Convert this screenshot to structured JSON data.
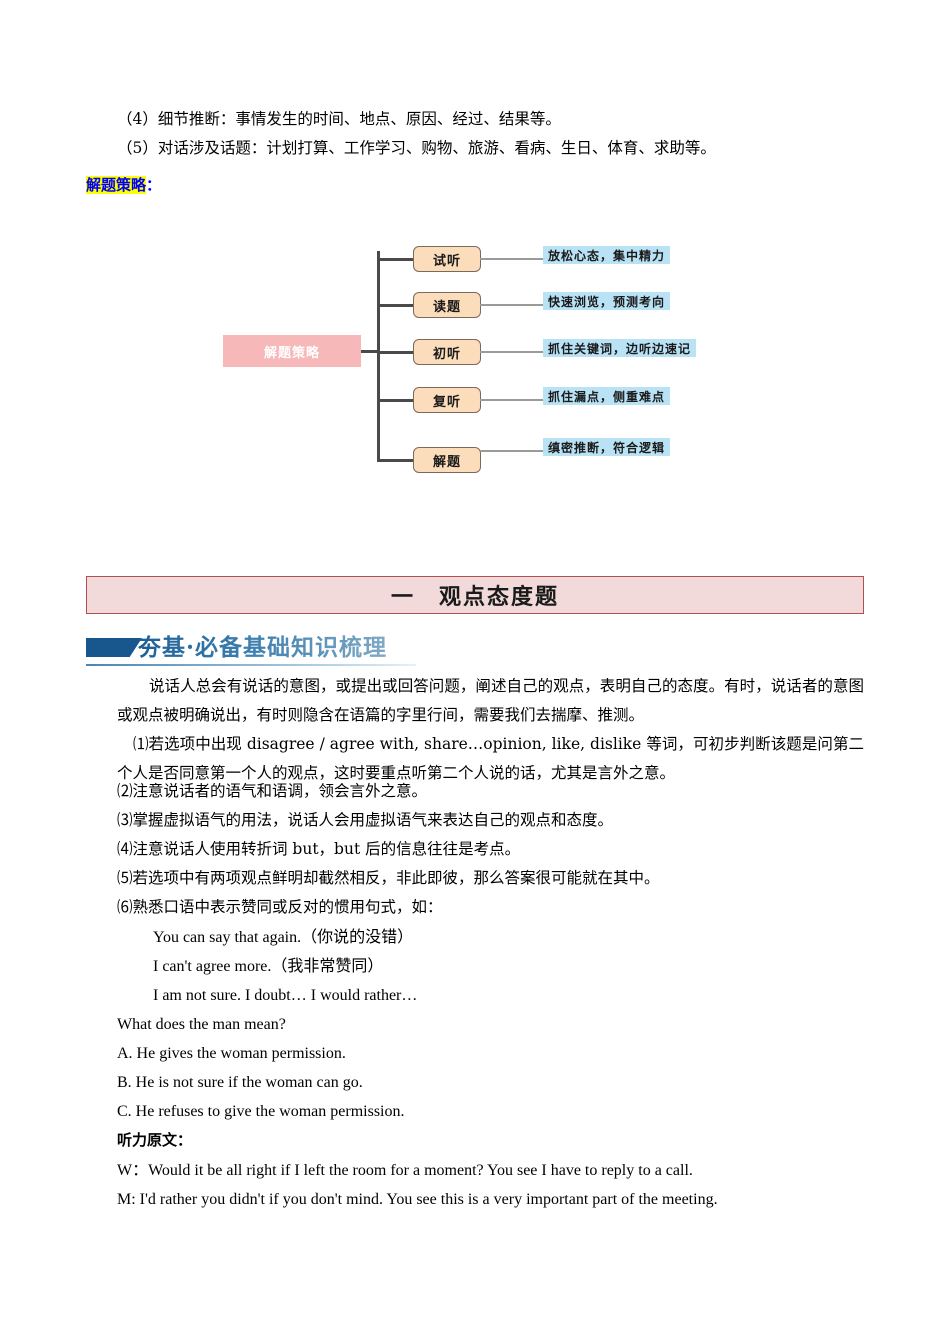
{
  "colors": {
    "highlight_yellow": "#ffff00",
    "highlight_text_blue": "#0000ff",
    "title_box_fill": "#f2dada",
    "title_box_border": "#b05050",
    "diagram_root_fill": "#f6b8b8",
    "diagram_node_fill": "#fbdcbb",
    "diagram_node_border": "#7a6a5c",
    "diagram_label_fill": "#b9e2f5",
    "sub_header_blue": "#18578e"
  },
  "top_list": {
    "items": [
      "（4）细节推断：事情发生的时间、地点、原因、经过、结果等。",
      "（5）对话涉及话题：计划打算、工作学习、购物、旅游、看病、生日、体育、求助等。"
    ]
  },
  "strategy_label": {
    "text": "解题策略",
    "colon": "："
  },
  "diagram": {
    "root": "解题策略",
    "branches": [
      {
        "node": "试听",
        "label": "放松心态，集中精力"
      },
      {
        "node": "读题",
        "label": "快速浏览，预测考向"
      },
      {
        "node": "初听",
        "label": "抓住关键词，边听边速记"
      },
      {
        "node": "复听",
        "label": "抓住漏点，侧重难点"
      },
      {
        "node": "解题",
        "label": "缜密推断，符合逻辑"
      }
    ]
  },
  "section_title": "一　观点态度题",
  "sub_header": "夯基·必备基础知识梳理",
  "intro_paragraph": "说话人总会有说话的意图，或提出或回答问题，阐述自己的观点，表明自己的态度。有时，说话者的意图或观点被明确说出，有时则隐含在语篇的字里行间，需要我们去揣摩、推测。",
  "tip_1": "⑴若选项中出现 disagree / agree with, share…opinion, like, dislike 等词，可初步判断该题是问第二个人是否同意第一个人的观点，这时要重点听第二个人说的话，尤其是言外之意。",
  "tips": [
    "⑵注意说话者的语气和语调，领会言外之意。",
    "⑶掌握虚拟语气的用法，说话人会用虚拟语气来表达自己的观点和态度。",
    "⑷注意说话人使用转折词 but，but 后的信息往往是考点。",
    "⑸若选项中有两项观点鲜明却截然相反，非此即彼，那么答案很可能就在其中。",
    "⑹熟悉口语中表示赞同或反对的惯用句式，如："
  ],
  "examples": [
    "You can say that again.（你说的没错）",
    "I can't agree more.（我非常赞同）",
    "I am not sure. I doubt… I would rather…"
  ],
  "question": {
    "stem": "What does the man mean?",
    "options": [
      "A. He gives the woman permission.",
      "B. He is not sure if the woman can go.",
      "C. He refuses to give the woman permission."
    ]
  },
  "transcript": {
    "heading": "听力原文：",
    "lines": [
      "W：Would it be all right if I left the room for a moment? You see I have to reply to a call.",
      "M: I'd rather you didn't if you don't mind. You see this is a very important part of the meeting."
    ]
  }
}
